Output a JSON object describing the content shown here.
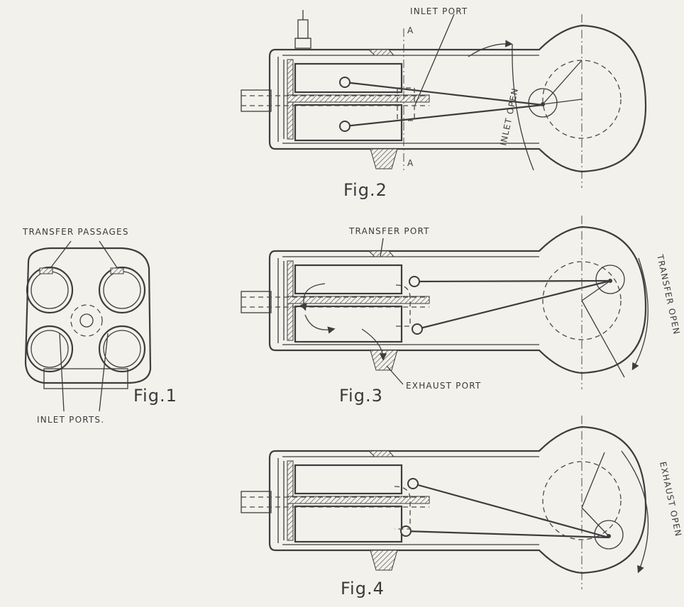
{
  "labels": {
    "inlet_port": "INLET PORT",
    "section_a_top": "A",
    "section_a_bottom": "A",
    "inlet_open": "INLET OPEN",
    "transfer_passages": "TRANSFER PASSAGES",
    "inlet_ports": "INLET PORTS.",
    "transfer_port": "TRANSFER PORT",
    "exhaust_port": "EXHAUST PORT",
    "transfer_open": "TRANSFER OPEN",
    "exhaust_open": "EXHAUST OPEN"
  },
  "figures": {
    "fig1": "Fig.1",
    "fig2": "Fig.2",
    "fig3": "Fig.3",
    "fig4": "Fig.4"
  },
  "colors": {
    "paper": "#f3f1ec",
    "ink": "#3d3d3d"
  }
}
